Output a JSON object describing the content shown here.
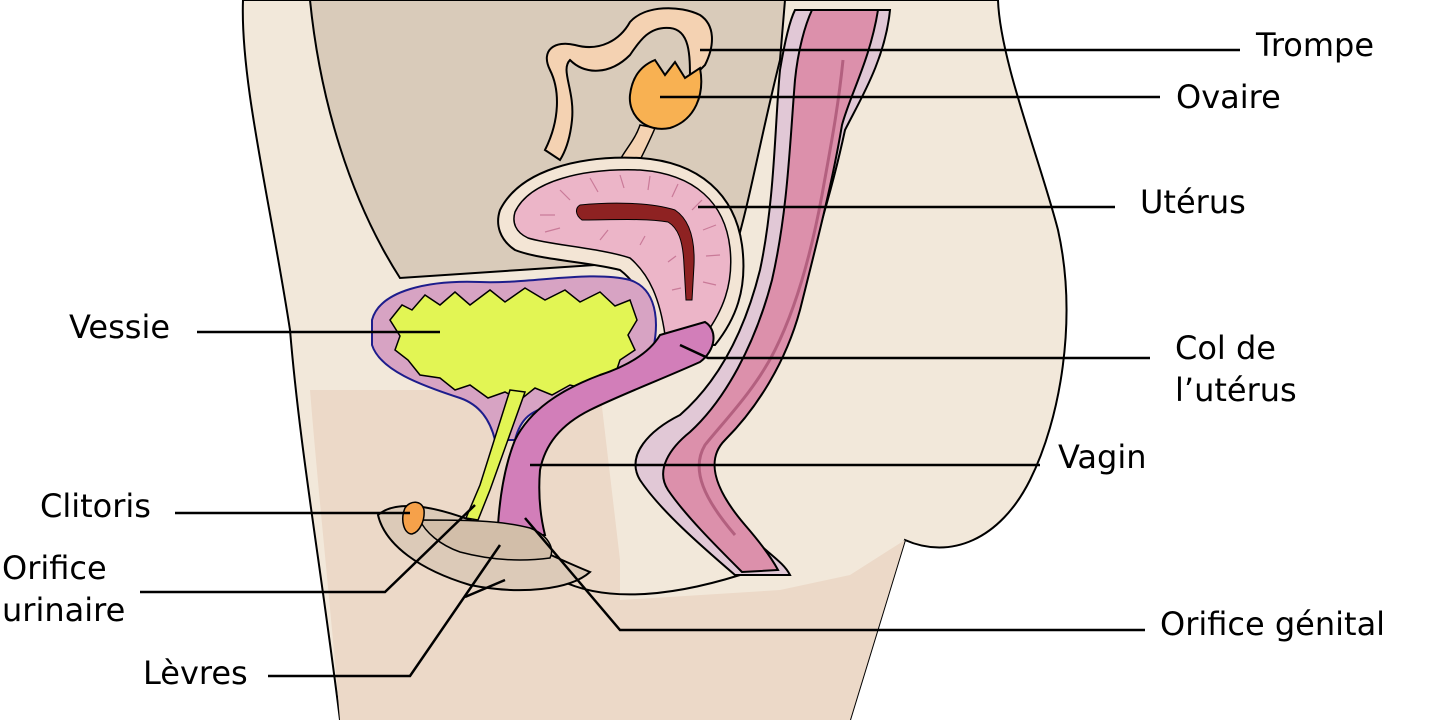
{
  "colors": {
    "skin": "#efe6d8",
    "body_outer": "#f2e8da",
    "pelvis_shadow": "#d9cbba",
    "lower_body": "#ecd9c8",
    "uterus_outer": "#f3e5d5",
    "uterus_wall": "#ecb5c8",
    "uterus_cavity": "#8e2222",
    "bladder_wall": "#d7a3c3",
    "bladder_urine": "#e2f554",
    "vagina": "#d27eb9",
    "rectum": "#dc90ab",
    "rectum_inner": "#e6a8be",
    "ovary": "#f8b152",
    "tube": "#f4d2b2",
    "clitoris": "#f6a14a",
    "labia": "#dccab8",
    "leader_line": "#000000"
  },
  "labels": {
    "trompe": "Trompe",
    "ovaire": "Ovaire",
    "uterus": "Utérus",
    "vessie": "Vessie",
    "col_line1": "Col de",
    "col_line2": "l’utérus",
    "vagin": "Vagin",
    "clitoris": "Clitoris",
    "orifice_urinaire_line1": "Orifice",
    "orifice_urinaire_line2": "urinaire",
    "levres": "Lèvres",
    "orifice_genital": "Orifice génital"
  }
}
